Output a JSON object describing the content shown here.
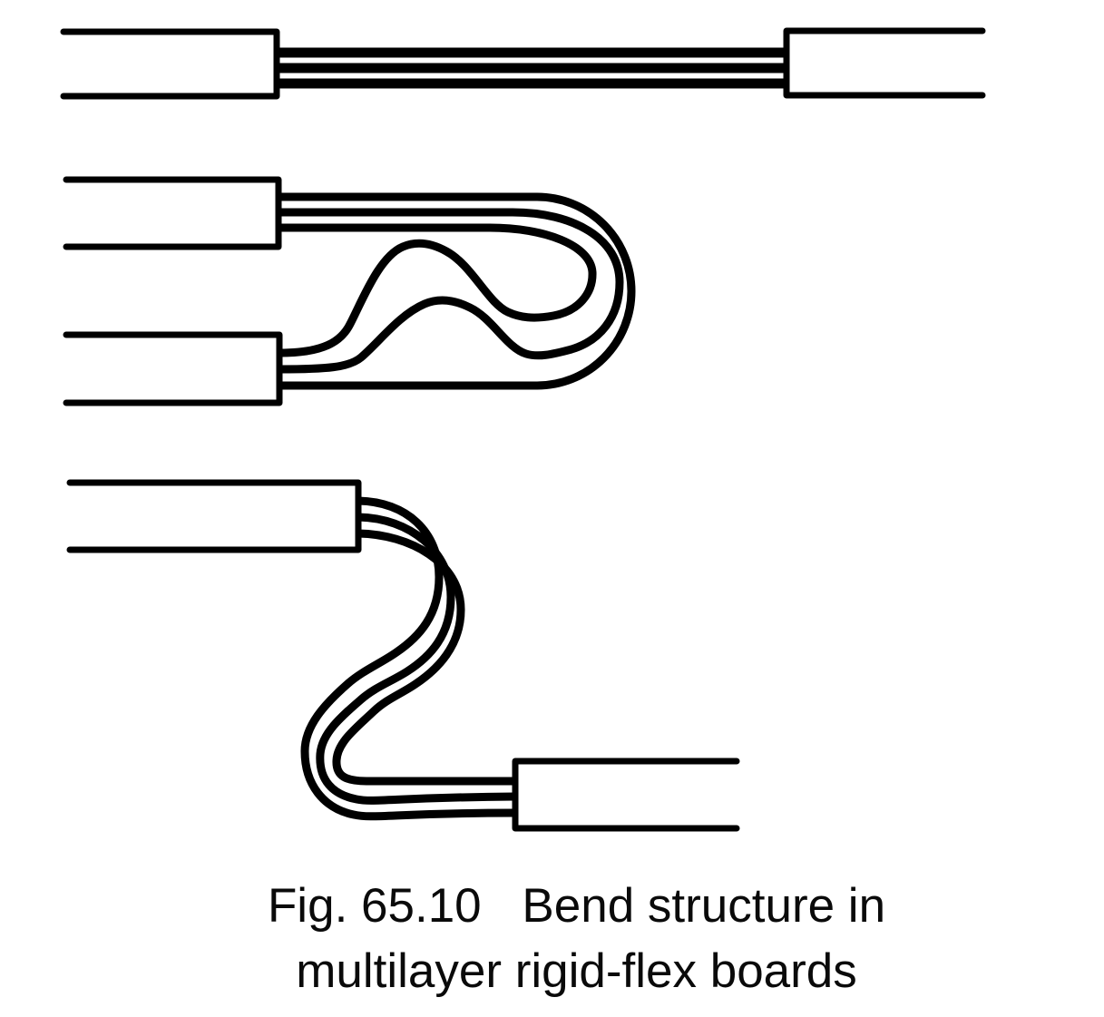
{
  "page": {
    "background_color": "#ffffff",
    "ink_color": "#000000"
  },
  "caption": {
    "figure_label": "Fig. 65.10",
    "title_line1": "Bend structure in",
    "title_line2": "multilayer rigid-flex boards"
  },
  "diagram": {
    "sections": [
      {
        "name": "straight-flex",
        "rigid_boards": 2,
        "flex_layers": 3,
        "bend_type": "straight horizontal flex between left and right rigid boards"
      },
      {
        "name": "loop-back-flex",
        "rigid_boards": 2,
        "flex_layers": 3,
        "bend_type": "U-turn loop back between two stacked left rigid boards with inner-layer slack waves"
      },
      {
        "name": "s-bend-flex",
        "rigid_boards": 2,
        "flex_layers": 3,
        "bend_type": "S-shaped bend from upper-left rigid board down to lower-right rigid board"
      }
    ]
  }
}
